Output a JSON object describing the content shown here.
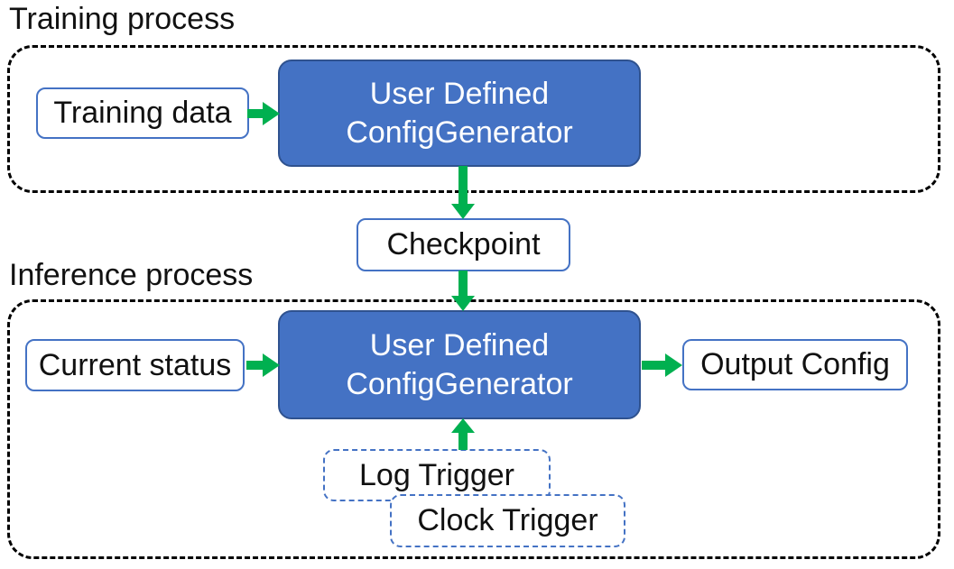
{
  "colors": {
    "node_fill": "#4472C4",
    "node_border": "#2F528F",
    "outline_blue": "#4472C4",
    "arrow_green": "#00B050",
    "dash_black": "#000000",
    "text_dark": "#111111",
    "text_light": "#FFFFFF",
    "background": "#FFFFFF"
  },
  "training": {
    "label": "Training process",
    "input_box": "Training data",
    "generator": {
      "line1": "User Defined",
      "line2": "ConfigGenerator"
    }
  },
  "checkpoint": {
    "label": "Checkpoint"
  },
  "inference": {
    "label": "Inference process",
    "input_box": "Current status",
    "generator": {
      "line1": "User Defined",
      "line2": "ConfigGenerator"
    },
    "output_box": "Output Config",
    "log_trigger": "Log Trigger",
    "clock_trigger": "Clock Trigger"
  },
  "arrows": [
    {
      "from": "Training data",
      "to": "User Defined ConfigGenerator (training)",
      "direction": "right"
    },
    {
      "from": "User Defined ConfigGenerator (training)",
      "to": "Checkpoint",
      "direction": "down"
    },
    {
      "from": "Checkpoint",
      "to": "User Defined ConfigGenerator (inference)",
      "direction": "down"
    },
    {
      "from": "Current status",
      "to": "User Defined ConfigGenerator (inference)",
      "direction": "right"
    },
    {
      "from": "User Defined ConfigGenerator (inference)",
      "to": "Output Config",
      "direction": "right"
    },
    {
      "from": "Log Trigger / Clock Trigger",
      "to": "User Defined ConfigGenerator (inference)",
      "direction": "up"
    }
  ]
}
